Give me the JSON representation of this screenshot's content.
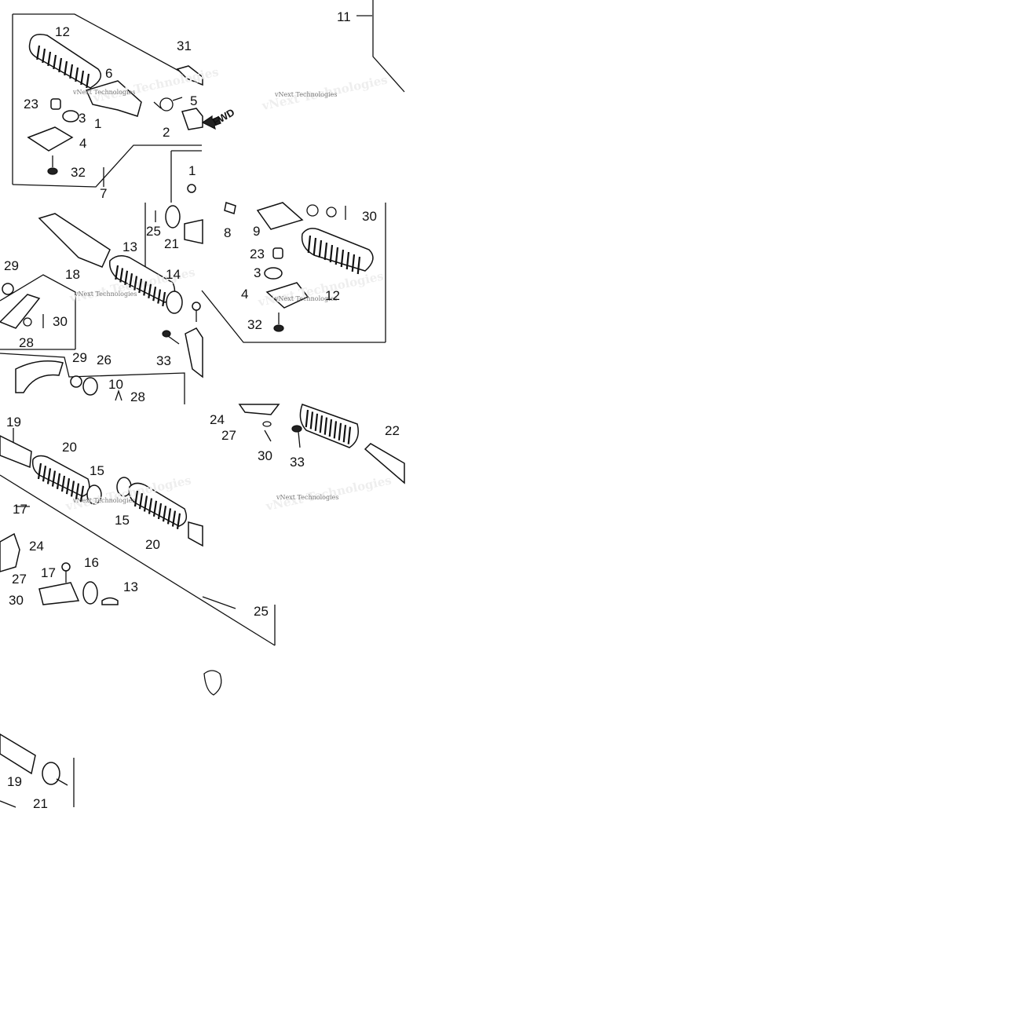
{
  "diagram": {
    "fwd_label": "FWD",
    "watermark": "vNext Technologies",
    "callouts": [
      {
        "id": "c11a",
        "text": "11"
      },
      {
        "id": "c12a",
        "text": "12"
      },
      {
        "id": "c31",
        "text": "31"
      },
      {
        "id": "c6",
        "text": "6"
      },
      {
        "id": "c23a",
        "text": "23"
      },
      {
        "id": "c3a",
        "text": "3"
      },
      {
        "id": "c1a",
        "text": "1"
      },
      {
        "id": "c5",
        "text": "5"
      },
      {
        "id": "c2",
        "text": "2"
      },
      {
        "id": "c4a",
        "text": "4"
      },
      {
        "id": "c32a",
        "text": "32"
      },
      {
        "id": "c7",
        "text": "7"
      },
      {
        "id": "c1b",
        "text": "1"
      },
      {
        "id": "c25a",
        "text": "25"
      },
      {
        "id": "c21a",
        "text": "21"
      },
      {
        "id": "c8",
        "text": "8"
      },
      {
        "id": "c9",
        "text": "9"
      },
      {
        "id": "c30a",
        "text": "30"
      },
      {
        "id": "c23b",
        "text": "23"
      },
      {
        "id": "c3b",
        "text": "3"
      },
      {
        "id": "c4b",
        "text": "4"
      },
      {
        "id": "c12b",
        "text": "12"
      },
      {
        "id": "c32b",
        "text": "32"
      },
      {
        "id": "c29a",
        "text": "29"
      },
      {
        "id": "c18",
        "text": "18"
      },
      {
        "id": "c13a",
        "text": "13"
      },
      {
        "id": "c14",
        "text": "14"
      },
      {
        "id": "c30b",
        "text": "30"
      },
      {
        "id": "c28a",
        "text": "28"
      },
      {
        "id": "c33a",
        "text": "33"
      },
      {
        "id": "c29b",
        "text": "29"
      },
      {
        "id": "c26",
        "text": "26"
      },
      {
        "id": "c10",
        "text": "10"
      },
      {
        "id": "c28b",
        "text": "28"
      },
      {
        "id": "c19a",
        "text": "19"
      },
      {
        "id": "c24a",
        "text": "24"
      },
      {
        "id": "c27a",
        "text": "27"
      },
      {
        "id": "c30c",
        "text": "30"
      },
      {
        "id": "c33b",
        "text": "33"
      },
      {
        "id": "c22",
        "text": "22"
      },
      {
        "id": "c20a",
        "text": "20"
      },
      {
        "id": "c15a",
        "text": "15"
      },
      {
        "id": "c15b",
        "text": "15"
      },
      {
        "id": "c20b",
        "text": "20"
      },
      {
        "id": "c17a",
        "text": "17"
      },
      {
        "id": "c24b",
        "text": "24"
      },
      {
        "id": "c17b",
        "text": "17"
      },
      {
        "id": "c16",
        "text": "16"
      },
      {
        "id": "c13b",
        "text": "13"
      },
      {
        "id": "c27b",
        "text": "27"
      },
      {
        "id": "c30d",
        "text": "30"
      },
      {
        "id": "c25b",
        "text": "25"
      },
      {
        "id": "c19b",
        "text": "19"
      },
      {
        "id": "c21b",
        "text": "21"
      }
    ]
  }
}
